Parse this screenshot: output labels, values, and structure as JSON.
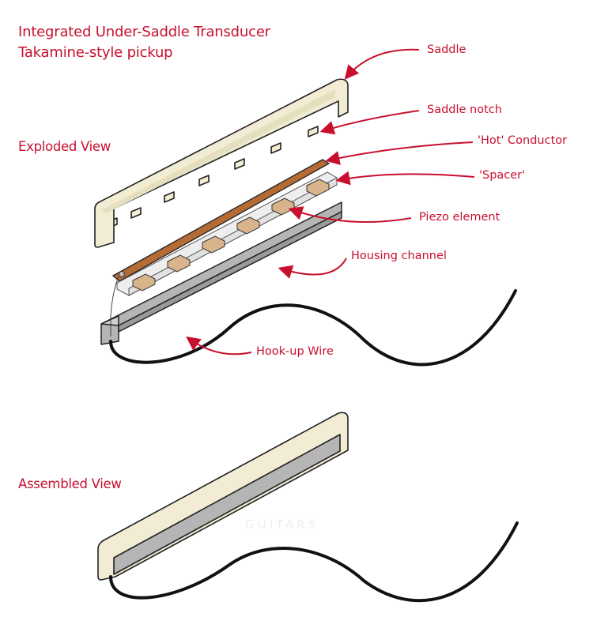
{
  "title": {
    "line1": "Integrated Under-Saddle Transducer",
    "line2": "Takamine-style pickup"
  },
  "views": {
    "exploded": "Exploded View",
    "assembled": "Assembled View"
  },
  "callouts": {
    "saddle": "Saddle",
    "saddle_notch": "Saddle notch",
    "hot_conductor": "'Hot' Conductor",
    "spacer": "'Spacer'",
    "piezo_element": "Piezo element",
    "housing_channel": "Housing channel",
    "hookup_wire": "Hook-up Wire"
  },
  "watermark": "GUITARS",
  "colors": {
    "annotation": "#c8102e",
    "saddle": "#f2ecd4",
    "housing": "#b5b5b5",
    "conductor": "#b56b34",
    "piezo": "#d8b48c",
    "spacer": "#eeeeee",
    "wire": "#111111"
  }
}
